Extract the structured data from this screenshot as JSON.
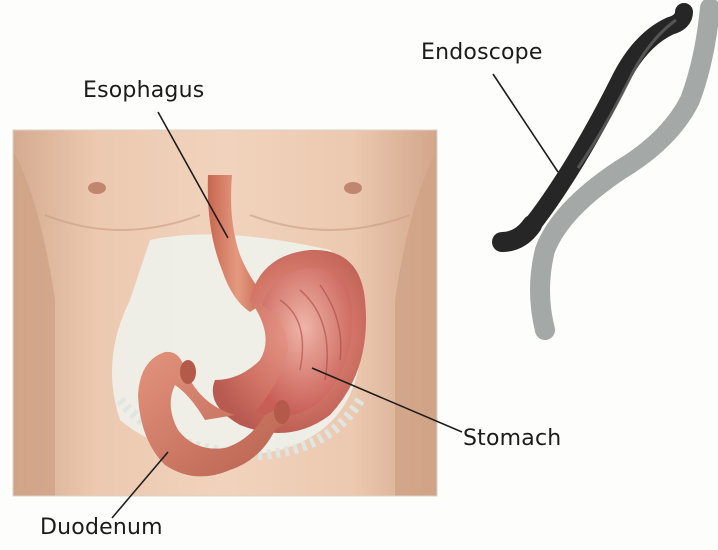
{
  "labels": {
    "esophagus": "Esophagus",
    "endoscope": "Endoscope",
    "stomach": "Stomach",
    "duodenum": "Duodenum"
  },
  "colors": {
    "skin": "#e9c3a8",
    "skin_shadow": "#c99d82",
    "stomach_outer": "#d98a76",
    "stomach_inner": "#c9645c",
    "duodenum": "#d57b66",
    "endoscope_body": "#2b2b2b",
    "endoscope_shadow": "#a4a8a6",
    "leader_lines": "#1e1e1e"
  }
}
